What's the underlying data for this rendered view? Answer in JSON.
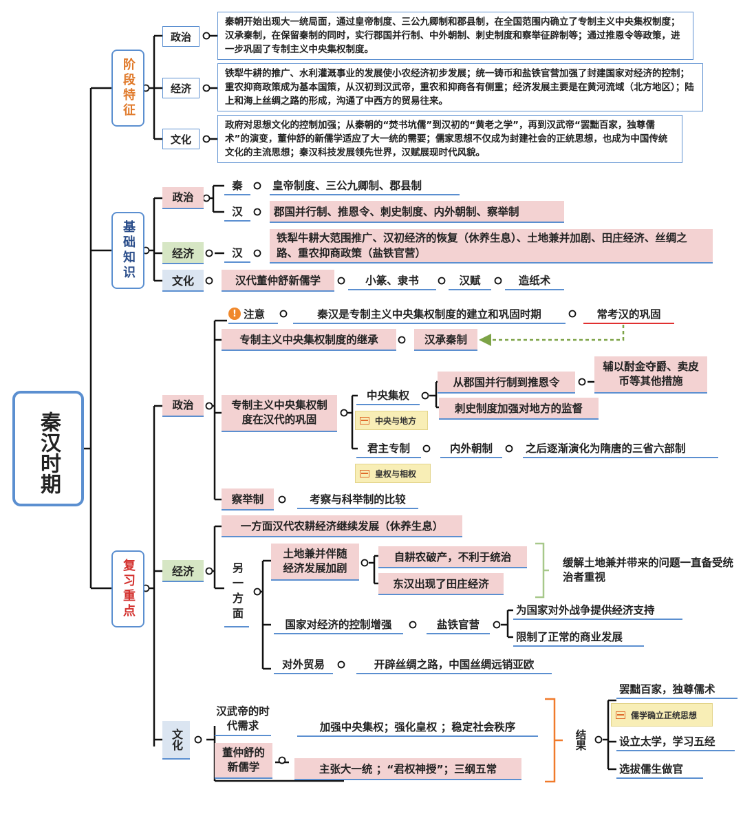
{
  "root": {
    "title": "秦汉时期"
  },
  "sections": {
    "stage": "阶段特征",
    "basic": "基础知识",
    "review": "复习重点"
  },
  "stage": {
    "politics": {
      "label": "政治",
      "text": "秦朝开始出现大一统局面，通过皇帝制度、三公九卿制和郡县制，在全国范围内确立了专制主义中央集权制度；汉承秦制，在保留秦制的同时，实行郡国并行制、中外朝制、刺史制度和察举征辟制等；通过推恩令等政策，进一步巩固了专制主义中央集权制度。"
    },
    "economy": {
      "label": "经济",
      "text": "铁犁牛耕的推广、水利灌溉事业的发展使小农经济初步发展；统一铸币和盐铁官营加强了封建国家对经济的控制；重农抑商政策成为基本国策，从汉初到汉武帝，重农和抑商各有侧重；经济发展主要是在黄河流域（北方地区）；陆上和海上丝绸之路的形成，沟通了中西方的贸易往来。"
    },
    "culture": {
      "label": "文化",
      "text": "政府对思想文化的控制加强；从秦朝的“焚书坑儒”到汉初的“黄老之学”，再到汉武帝“罢黜百家，独尊儒术”的演变，董仲舒的新儒学适应了大一统的需要；儒家思想不仅成为封建社会的正统思想，也成为中国传统文化的主流思想；秦汉科技发展领先世界，汉赋展现时代风貌。"
    }
  },
  "basic": {
    "politics": {
      "label": "政治",
      "qin": "秦",
      "qin_text": "皇帝制度、三公九卿制、郡县制",
      "han": "汉",
      "han_text": "郡国并行制、推恩令、刺史制度、内外朝制、察举制"
    },
    "economy": {
      "label": "经济",
      "han": "汉",
      "text": "铁犁牛耕大范围推广、汉初经济的恢复（休养生息）、土地兼并加剧、田庄经济、丝绸之路、重农抑商政策（盐铁官营）"
    },
    "culture": {
      "label": "文化",
      "items": [
        "汉代董仲舒新儒学",
        "小篆、隶书",
        "汉赋",
        "造纸术"
      ]
    }
  },
  "review": {
    "note": {
      "icon": "!",
      "label": "注意",
      "text": "秦汉是专制主义中央集权制度的建立和巩固时期",
      "tip": "常考汉的巩固"
    },
    "politics": {
      "label": "政治",
      "inherit": "专制主义中央集权制度的继承",
      "inherit_result": "汉承秦制",
      "consolidate": "专制主义中央集权制度在汉代的巩固",
      "central": "中央集权",
      "central_note": "中央与地方",
      "from_jg": "从郡国并行制到推恩令",
      "from_jg_extra": "辅以酎金夺爵、卖皮币等其他措施",
      "cishi": "刺史制度加强对地方的监督",
      "monarch": "君主专制",
      "monarch_note": "皇权与相权",
      "inner_outer": "内外朝制",
      "later": "之后逐渐演化为隋唐的三省六部制",
      "chaju": "察举制",
      "chaju_compare": "考察与科举制的比较"
    },
    "economy": {
      "label": "经济",
      "one_side": "一方面汉代农耕经济继续发展（休养生息）",
      "other_side": "另一方面",
      "land": "土地兼并伴随经济发展加剧",
      "land_a": "自耕农破产，不利于统治",
      "land_b": "东汉出现了田庄经济",
      "land_note": "缓解土地兼并带来的问题一直备受统治者重视",
      "control": "国家对经济的控制增强",
      "salt": "盐铁官营",
      "salt_a": "为国家对外战争提供经济支持",
      "salt_b": "限制了正常的商业发展",
      "trade": "对外贸易",
      "trade_text": "开辟丝绸之路，中国丝绸远销亚欧"
    },
    "culture": {
      "label": "文化",
      "need": "汉武帝的时代需求",
      "need_text": "加强中央集权；强化皇权 ；稳定社会秩序",
      "dzs": "董仲舒的新儒学",
      "dzs_text": "主张大一统 ；“君权神授”；三纲五常",
      "result": "结果",
      "r1": "罢黜百家，独尊儒术",
      "r1_note": "儒学确立正统思想",
      "r2": "设立太学，学习五经",
      "r3": "选拔儒生做官"
    }
  },
  "colors": {
    "line": "#111111",
    "box_border": "#5b8fd0",
    "pink": "#f3d2d2",
    "green": "#d6e6c4",
    "blue": "#dbe5f1",
    "orange_bracket": "#f07a2b",
    "green_bracket": "#a7c88a",
    "dash_arrow": "#7da347"
  }
}
